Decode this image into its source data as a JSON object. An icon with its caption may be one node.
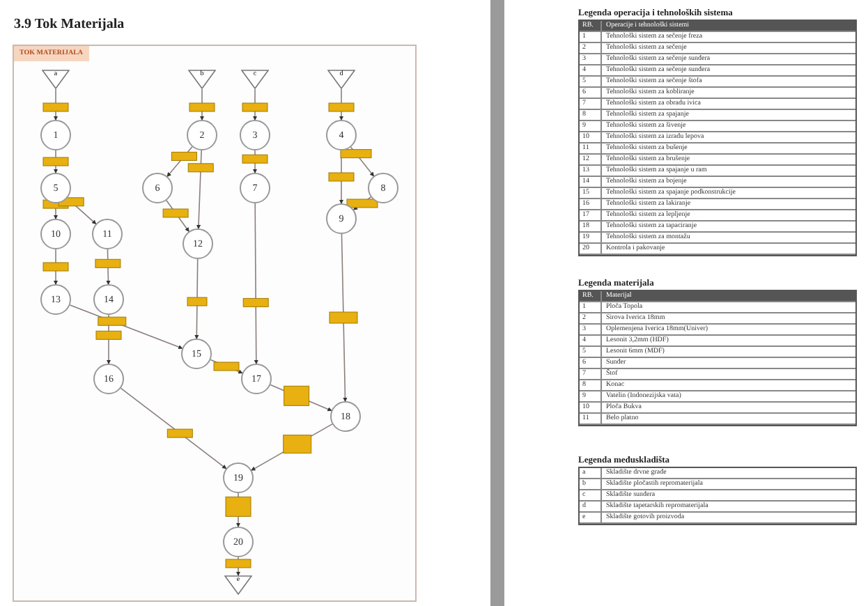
{
  "diagram": {
    "title": "3.9 Tok Materijala",
    "nodes": [
      {
        "text": [
          "a"
        ]
      },
      {
        "text": [
          "b"
        ]
      },
      {
        "text": [
          "c"
        ]
      },
      {
        "text": [
          "d"
        ]
      },
      {
        "text": [
          "1"
        ]
      },
      {
        "text": [
          "2"
        ]
      },
      {
        "text": [
          "3"
        ]
      },
      {
        "text": [
          "4"
        ]
      },
      {
        "text": [
          "5"
        ]
      },
      {
        "text": [
          "6"
        ]
      },
      {
        "text": [
          "7"
        ]
      },
      {
        "text": [
          "8"
        ]
      },
      {
        "text": [
          "9"
        ]
      },
      {
        "text": [
          "10"
        ]
      },
      {
        "text": [
          "11"
        ]
      },
      {
        "text": [
          "12"
        ]
      },
      {
        "text": [
          "13"
        ]
      },
      {
        "text": [
          "14"
        ]
      },
      {
        "text": [
          "15"
        ]
      },
      {
        "text": [
          "16"
        ]
      },
      {
        "text": [
          "17"
        ]
      },
      {
        "text": [
          "18"
        ]
      },
      {
        "text": [
          "19"
        ]
      },
      {
        "text": [
          "20"
        ]
      },
      {
        "text": [
          "e"
        ]
      }
    ],
    "edges": [
      {
        "from": 0,
        "to": 4,
        "arrow": "to"
      },
      {
        "from": 4,
        "to": 8,
        "arrow": "to"
      },
      {
        "from": 8,
        "to": 13,
        "arrow": "to"
      },
      {
        "from": 8,
        "to": 14,
        "arrow": "to"
      },
      {
        "from": 13,
        "to": 16,
        "arrow": "to"
      },
      {
        "from": 14,
        "to": 17,
        "arrow": "to"
      },
      {
        "from": 1,
        "to": 5,
        "arrow": "to"
      },
      {
        "from": 5,
        "to": 9,
        "arrow": "to"
      },
      {
        "from": 5,
        "to": 15,
        "arrow": "to"
      },
      {
        "from": 9,
        "to": 15,
        "arrow": "to"
      },
      {
        "from": 2,
        "to": 6,
        "arrow": "to"
      },
      {
        "from": 6,
        "to": 10,
        "arrow": "to"
      },
      {
        "from": 3,
        "to": 7,
        "arrow": "to"
      },
      {
        "from": 7,
        "to": 11,
        "arrow": "to"
      },
      {
        "from": 7,
        "to": 12,
        "arrow": "to"
      },
      {
        "from": 11,
        "to": 12,
        "arrow": "to"
      },
      {
        "from": 16,
        "to": 18,
        "arrow": "to"
      },
      {
        "from": 17,
        "to": 19,
        "arrow": "to"
      },
      {
        "from": 15,
        "to": 18,
        "arrow": "to"
      },
      {
        "from": 18,
        "to": 20,
        "arrow": "to"
      },
      {
        "from": 10,
        "to": 20,
        "arrow": "to"
      },
      {
        "from": 20,
        "to": 21,
        "arrow": "to"
      },
      {
        "from": 12,
        "to": 21,
        "arrow": "to"
      },
      {
        "from": 19,
        "to": 22,
        "arrow": "to"
      },
      {
        "from": 21,
        "to": 22,
        "arrow": "to"
      },
      {
        "from": 22,
        "to": 23,
        "arrow": "to"
      },
      {
        "from": 23,
        "to": 24,
        "arrow": "to"
      }
    ],
    "labels": [
      "TOK MATERIJALA",
      "Legenda operacija i tehnoloških sistema",
      "RB.",
      "Operacije i tehnološki sistemi",
      "1",
      "Tehnološki sistem za sečenje freza",
      "2",
      "Tehnološki sistem za sečenje",
      "3",
      "Tehnološki sistem za sečenje sunđera",
      "4",
      "Tehnološki sistem za sečenje sunđera",
      "5",
      "Tehnološki sistem za sečenje štofa",
      "6",
      "Tehnološki sistem za kobliranje",
      "7",
      "Tehnološki sistem za obradu ivica",
      "8",
      "Tehnološki sistem za spajanje",
      "9",
      "Tehnološki sistem za šivenje",
      "10",
      "Tehnološki sistem za izradu lepova",
      "11",
      "Tehnološki sistem za bušenje",
      "12",
      "Tehnološki sistem za brušenje",
      "13",
      "Tehnološki sistem za spajanje u ram",
      "14",
      "Tehnološki sistem za bojenje",
      "15",
      "Tehnološki sistem za spajanje podkonstrukcije",
      "16",
      "Tehnološki sistem za lakiranje",
      "17",
      "Tehnološki sistem za lepljenje",
      "18",
      "Tehnološki sistem za tapaciranje",
      "19",
      "Tehnološki sistem za montažu",
      "20",
      "Kontrola i pakovanje",
      "Legenda materijala",
      "RB.",
      "Materijal",
      "1",
      "Ploča Topola",
      "2",
      "Sirova Iverica 18mm",
      "3",
      "Oplemenjena Iverica 18mm(Univer)",
      "4",
      "Lesonit 3,2mm (HDF)",
      "5",
      "Lesonit 6mm (MDF)",
      "6",
      "Sunđer",
      "7",
      "Štof",
      "8",
      "Konac",
      "9",
      "Vatelin (Indonezijska vata)",
      "10",
      "Ploča Bukva",
      "11",
      "Belo platno",
      "Legenda međuskladišta",
      "a",
      "Skladište drvne građe",
      "b",
      "Skladište pločastih repromaterijala",
      "c",
      "Skladište sunđera",
      "d",
      "Skladište tapetarskih repromaterijala",
      "e",
      "Skladište gotovih proizvoda"
    ]
  }
}
